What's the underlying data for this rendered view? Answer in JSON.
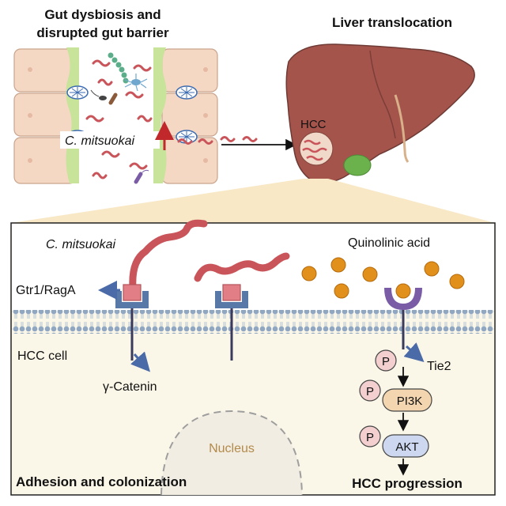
{
  "top": {
    "title_line1": "Gut dysbiosis and",
    "title_line2": "disrupted gut barrier",
    "liver_title": "Liver translocation",
    "bacterium_label": "C. mitsuokai",
    "hcc_label": "HCC"
  },
  "panel": {
    "bacterium_label": "C. mitsuokai",
    "receptor_label": "Gtr1/RagA",
    "metabolite_label": "Quinolinic acid",
    "cell_label": "HCC cell",
    "catenin_label": "γ-Catenin",
    "nucleus_label": "Nucleus",
    "tie2_label": "Tie2",
    "phospho_label": "P",
    "pi3k_label": "PI3K",
    "akt_label": "AKT",
    "footer_left": "Adhesion and colonization",
    "footer_right": "HCC progression"
  },
  "colors": {
    "bacteria": "#c9555a",
    "epithelium": "#f5d8c4",
    "mucus": "#c8e39a",
    "liver": "#a5544c",
    "gallbladder": "#6bb24d",
    "metabolite": "#e1901c",
    "receptor_blue": "#5878a8",
    "receptor_purple": "#7a5ca6",
    "membrane": "#8fa7c2",
    "cytoplasm": "#fbf7e8",
    "pi3k_box": "#f3d6b0",
    "akt_box": "#cdd7ef",
    "p_circle": "#f3cfcf"
  }
}
